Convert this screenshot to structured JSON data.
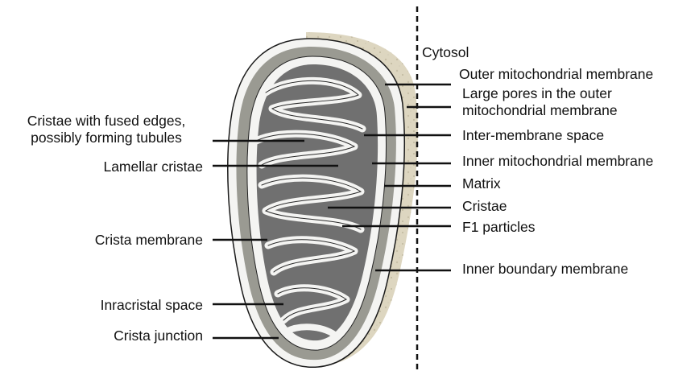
{
  "diagram": {
    "colors": {
      "cytosol": "#ddd6c0",
      "intermembrane": "#9a9a92",
      "matrix": "#707070",
      "membrane": "#f4f4f2",
      "outline": "#1a1a1a",
      "leader": "#111111"
    },
    "boundary_label": "Cytosol",
    "labels": {
      "outer_membrane": "Outer mitochondrial membrane",
      "large_pores": "Large pores in the outer\nmitochondrial membrane",
      "intermembrane_space": "Inter-membrane space",
      "inner_membrane": "Inner mitochondrial membrane",
      "matrix": "Matrix",
      "cristae": "Cristae",
      "f1_particles": "F1 particles",
      "inner_boundary_membrane": "Inner boundary membrane",
      "cristae_fused_edges": "Cristae with fused edges,\npossibly forming tubules",
      "lamellar_cristae": "Lamellar cristae",
      "crista_membrane": "Crista membrane",
      "intracristal_space": "Inracristal space",
      "crista_junction": "Crista junction"
    }
  }
}
